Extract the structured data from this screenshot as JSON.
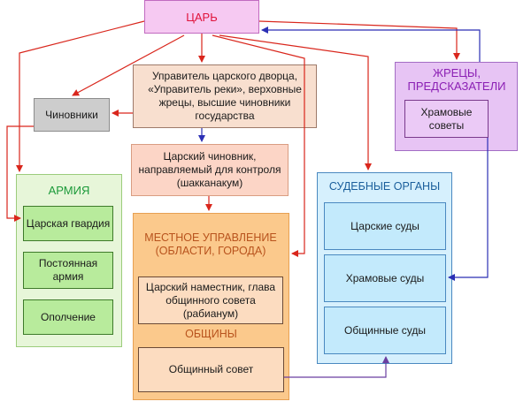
{
  "king": "ЦАРЬ",
  "palace": "Управитель царского дворца, «Управитель реки», верховные жрецы, высшие чиновники государства",
  "officials": "Чиновники",
  "priests": {
    "title": "ЖРЕЦЫ, ПРЕДСКАЗАТЕЛИ",
    "temple_councils": "Храмовые советы"
  },
  "royal_official": "Царский чиновник, направляемый для контроля (шакканакум)",
  "army": {
    "title": "АРМИЯ",
    "items": [
      "Царская гвардия",
      "Постоянная армия",
      "Ополчение"
    ]
  },
  "local": {
    "title": "МЕСТНОЕ УПРАВЛЕНИЕ (ОБЛАСТИ, ГОРОДА)",
    "governor": "Царский наместник, глава общинного совета (рабианум)",
    "communities": "ОБЩИНЫ",
    "council": "Общинный совет"
  },
  "courts": {
    "title": "СУДЕБНЫЕ ОРГАНЫ",
    "items": [
      "Царские суды",
      "Храмовые суды",
      "Общинные суды"
    ]
  },
  "colors": {
    "red_arrow": "#d9261c",
    "blue_arrow": "#2b2fb5",
    "purple_arrow": "#6b3fa0",
    "king_fill": "#f6c9f2",
    "king_text": "#e0133b",
    "palace_fill": "#f8dfcf",
    "officials_fill": "#cdcdcd",
    "priests_fill": "#e7c4f4",
    "royal_official_fill": "#fcd5c6",
    "army_fill": "#e7f6d9",
    "army_item_fill": "#b8eb9c",
    "army_text": "#1c9a3a",
    "local_fill": "#fbc98c",
    "local_inner_fill": "#fcdcc0",
    "local_text": "#b8531d",
    "courts_fill": "#d6f0fd",
    "courts_item_fill": "#c3eafc",
    "courts_text": "#1b5f9c"
  }
}
